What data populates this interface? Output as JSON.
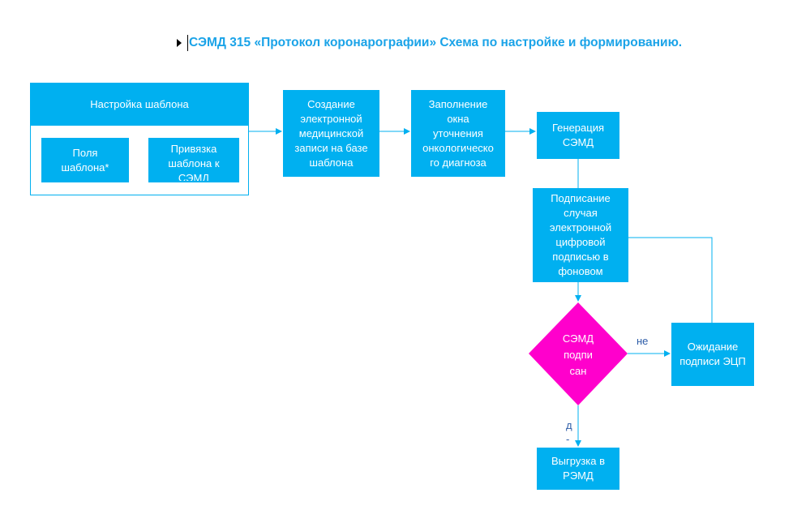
{
  "title": "СЭМД 315 «Протокол коронарографии» Схема по настройке и формированию.",
  "nodes": {
    "template_setup": "Настройка шаблона",
    "template_fields": [
      "Поля",
      "шаблона*"
    ],
    "template_binding": [
      "Привязка",
      "шаблона к",
      "СЭМД"
    ],
    "create_record": [
      "Создание",
      "электронной",
      "медицинской",
      "записи на базе",
      "шаблона"
    ],
    "fill_window": [
      "Заполнение",
      "окна",
      "уточнения",
      "онкологическо",
      "го диагноза"
    ],
    "generate_semd": [
      "Генерация",
      "СЭМД"
    ],
    "sign_case": [
      "Подписание",
      "случая",
      "электронной",
      "цифровой",
      "подписью в",
      "фоновом"
    ],
    "decision": [
      "СЭМД",
      "подпи",
      "сан"
    ],
    "wait_signature": [
      "Ожидание",
      "подписи ЭЦП"
    ],
    "upload_remd": [
      "Выгрузка в",
      "РЭМД"
    ]
  },
  "edge_labels": {
    "no": "не",
    "yes": [
      "д",
      "-"
    ]
  },
  "colors": {
    "box": "#00b0f0",
    "decision": "#ff00cc",
    "title": "#1aa3e8",
    "label": "#2e5da8"
  }
}
